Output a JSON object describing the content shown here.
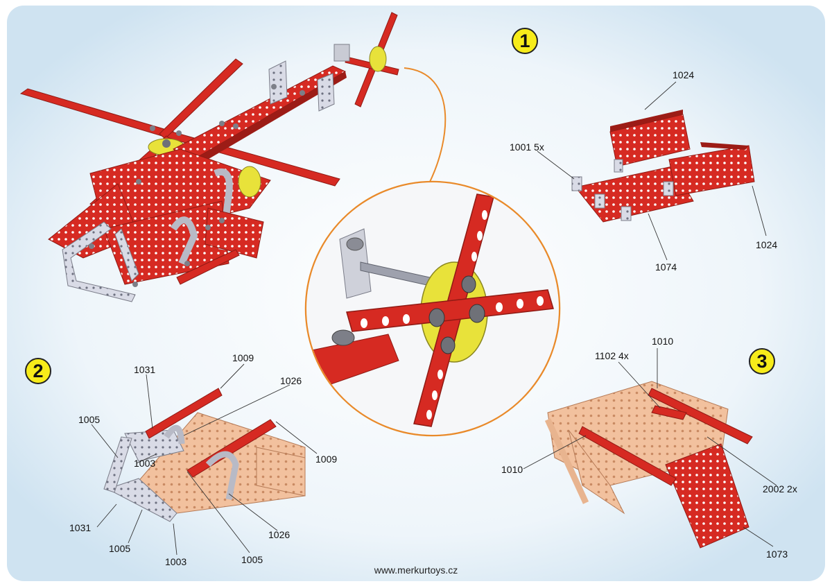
{
  "steps": [
    {
      "number": "1"
    },
    {
      "number": "2"
    },
    {
      "number": "3"
    }
  ],
  "step1": {
    "labels": [
      "1024",
      "1001 5x",
      "1024",
      "1074"
    ]
  },
  "step2": {
    "labels": [
      "1009",
      "1031",
      "1026",
      "1005",
      "1009",
      "1003",
      "1031",
      "1005",
      "1003",
      "1005",
      "1026"
    ]
  },
  "step3": {
    "labels": [
      "1010",
      "1102 4x",
      "1010",
      "2002 2x",
      "1073"
    ]
  },
  "footer": {
    "url": "www.merkurtoys.cz"
  },
  "colors": {
    "steel_red": "#d62a22",
    "dark_red": "#9c1c16",
    "steel_silver": "#d9dbe6",
    "copper": "#f2c19e",
    "badge": "#f7ec1a",
    "callout": "#e98a2a",
    "yellow_part": "#e8e23a"
  }
}
